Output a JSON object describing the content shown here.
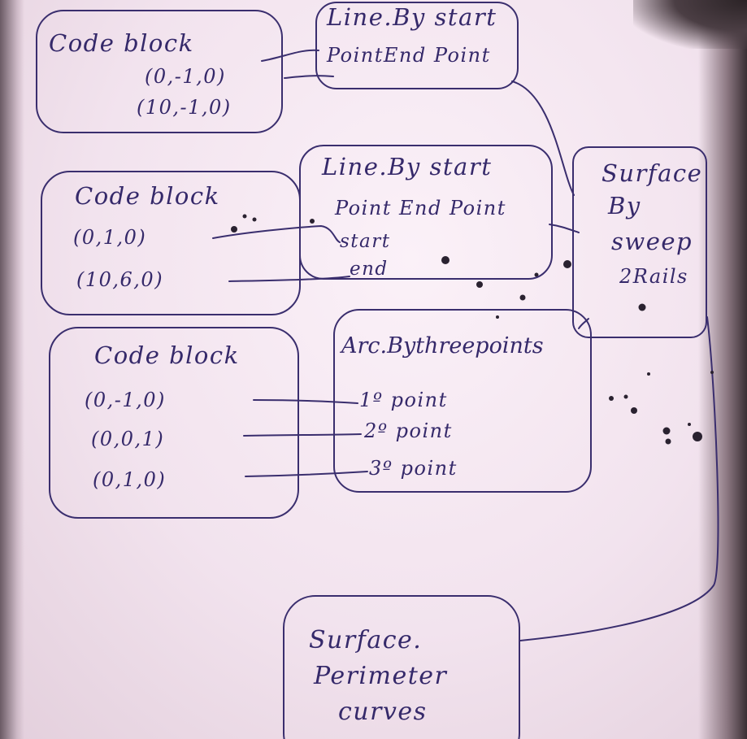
{
  "nodes": {
    "code_block_1": {
      "title": "Code block",
      "points": [
        "(0,-1,0)",
        "(10,-1,0)"
      ]
    },
    "code_block_2": {
      "title": "Code block",
      "points": [
        "(0,1,0)",
        "(10,6,0)"
      ]
    },
    "code_block_3": {
      "title": "Code block",
      "points": [
        "(0,-1,0)",
        "(0,0,1)",
        "(0,1,0)"
      ]
    },
    "line_1": {
      "title": "Line.By start",
      "subtitle": "PointEnd Point"
    },
    "line_2": {
      "title": "Line.By start",
      "subtitle": "Point End Point",
      "ports": [
        "start",
        "end"
      ]
    },
    "arc": {
      "title": "Arc.Bythreepoints",
      "ports": [
        "1º point",
        "2º point",
        "3º point"
      ]
    },
    "surface_sweep": {
      "lines": [
        "Surface",
        "By",
        "sweep",
        "2Rails"
      ]
    },
    "surface_perimeter": {
      "lines": [
        "Surface.",
        "Perimeter",
        "curves"
      ]
    }
  },
  "colors": {
    "ink": "#35296a",
    "paper": "#f6eaf3"
  }
}
